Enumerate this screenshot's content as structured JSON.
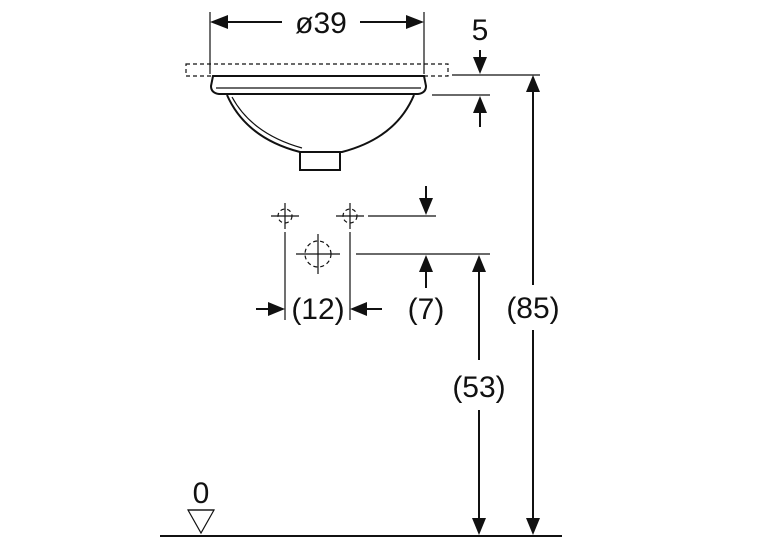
{
  "dimensions": {
    "diameter": "ø39",
    "rim_height": "5",
    "tap_spacing": "(12)",
    "tap_offset": "(7)",
    "outlet_height": "(53)",
    "total_height": "(85)",
    "floor_level": "0"
  }
}
